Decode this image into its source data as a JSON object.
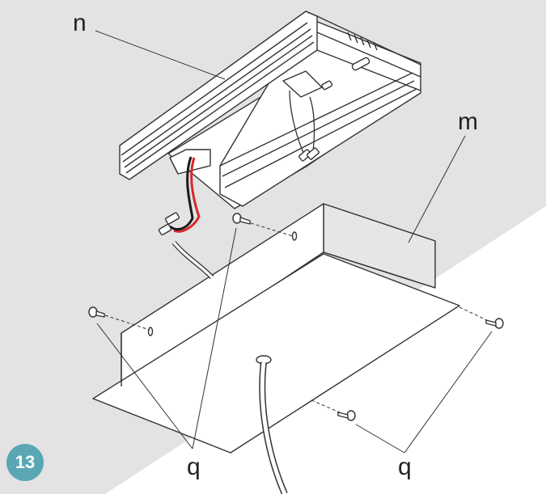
{
  "step": {
    "number": "13",
    "color": "#5aa7b4"
  },
  "labels": {
    "driver": "n",
    "plate": "m",
    "screws_left": "q",
    "screws_right": "q"
  },
  "colors": {
    "background_band": "#e3e3e3",
    "line": "#333333",
    "wire_red": "#d8262b",
    "wire_black": "#1a1a1a",
    "plate_back": "#e6e6e6"
  }
}
